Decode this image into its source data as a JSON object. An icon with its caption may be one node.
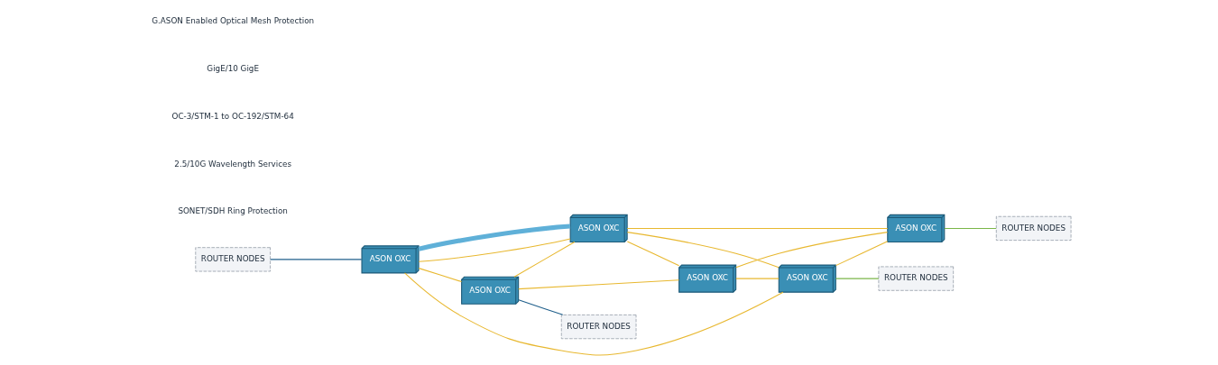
{
  "diagram": {
    "nodes": [
      {
        "text": [
          "ASON OXC"
        ]
      },
      {
        "text": [
          "ASON OXC"
        ]
      },
      {
        "text": [
          "ASON OXC"
        ]
      },
      {
        "text": [
          "ASON OXC"
        ]
      },
      {
        "text": [
          "ASON OXC"
        ]
      },
      {
        "text": [
          "ASON OXC"
        ]
      },
      {
        "text": [
          "ROUTER NODES"
        ]
      },
      {
        "text": [
          "ROUTER NODES"
        ]
      },
      {
        "text": [
          "ROUTER NODES"
        ]
      },
      {
        "text": [
          "ROUTER NODES"
        ]
      }
    ],
    "edges": [
      {
        "from": 6,
        "to": 0,
        "arrow": "none",
        "color": "#1f5f8b"
      },
      {
        "from": 1,
        "to": 7,
        "arrow": "none",
        "color": "#1f5f8b"
      },
      {
        "from": 0,
        "to": 1,
        "arrow": "none"
      },
      {
        "from": 0,
        "to": 2,
        "arrow": "none"
      },
      {
        "from": 0,
        "to": 2,
        "arrow": "none",
        "style": "thick",
        "color": "#5fb0d8"
      },
      {
        "from": 0,
        "to": 5,
        "arrow": "none"
      },
      {
        "from": 1,
        "to": 2,
        "arrow": "none"
      },
      {
        "from": 1,
        "to": 3,
        "arrow": "none"
      },
      {
        "from": 2,
        "to": 3,
        "arrow": "none"
      },
      {
        "from": 2,
        "to": 4,
        "arrow": "none"
      },
      {
        "from": 2,
        "to": 5,
        "arrow": "none"
      },
      {
        "from": 3,
        "to": 4,
        "arrow": "none"
      },
      {
        "from": 3,
        "to": 5,
        "arrow": "none"
      },
      {
        "from": 5,
        "to": 4,
        "arrow": "none"
      },
      {
        "from": 4,
        "to": 8,
        "arrow": "none",
        "color": "#7ab648"
      },
      {
        "from": 5,
        "to": 9,
        "arrow": "none",
        "color": "#7ab648"
      }
    ],
    "labels": [
      "SONET/SDH Ring Protection",
      "2.5/10G Wavelength Services",
      "OC-3/STM-1 to OC-192/STM-64",
      "GigE/10 GigE",
      "G.ASON Enabled Optical Mesh Protection"
    ]
  }
}
